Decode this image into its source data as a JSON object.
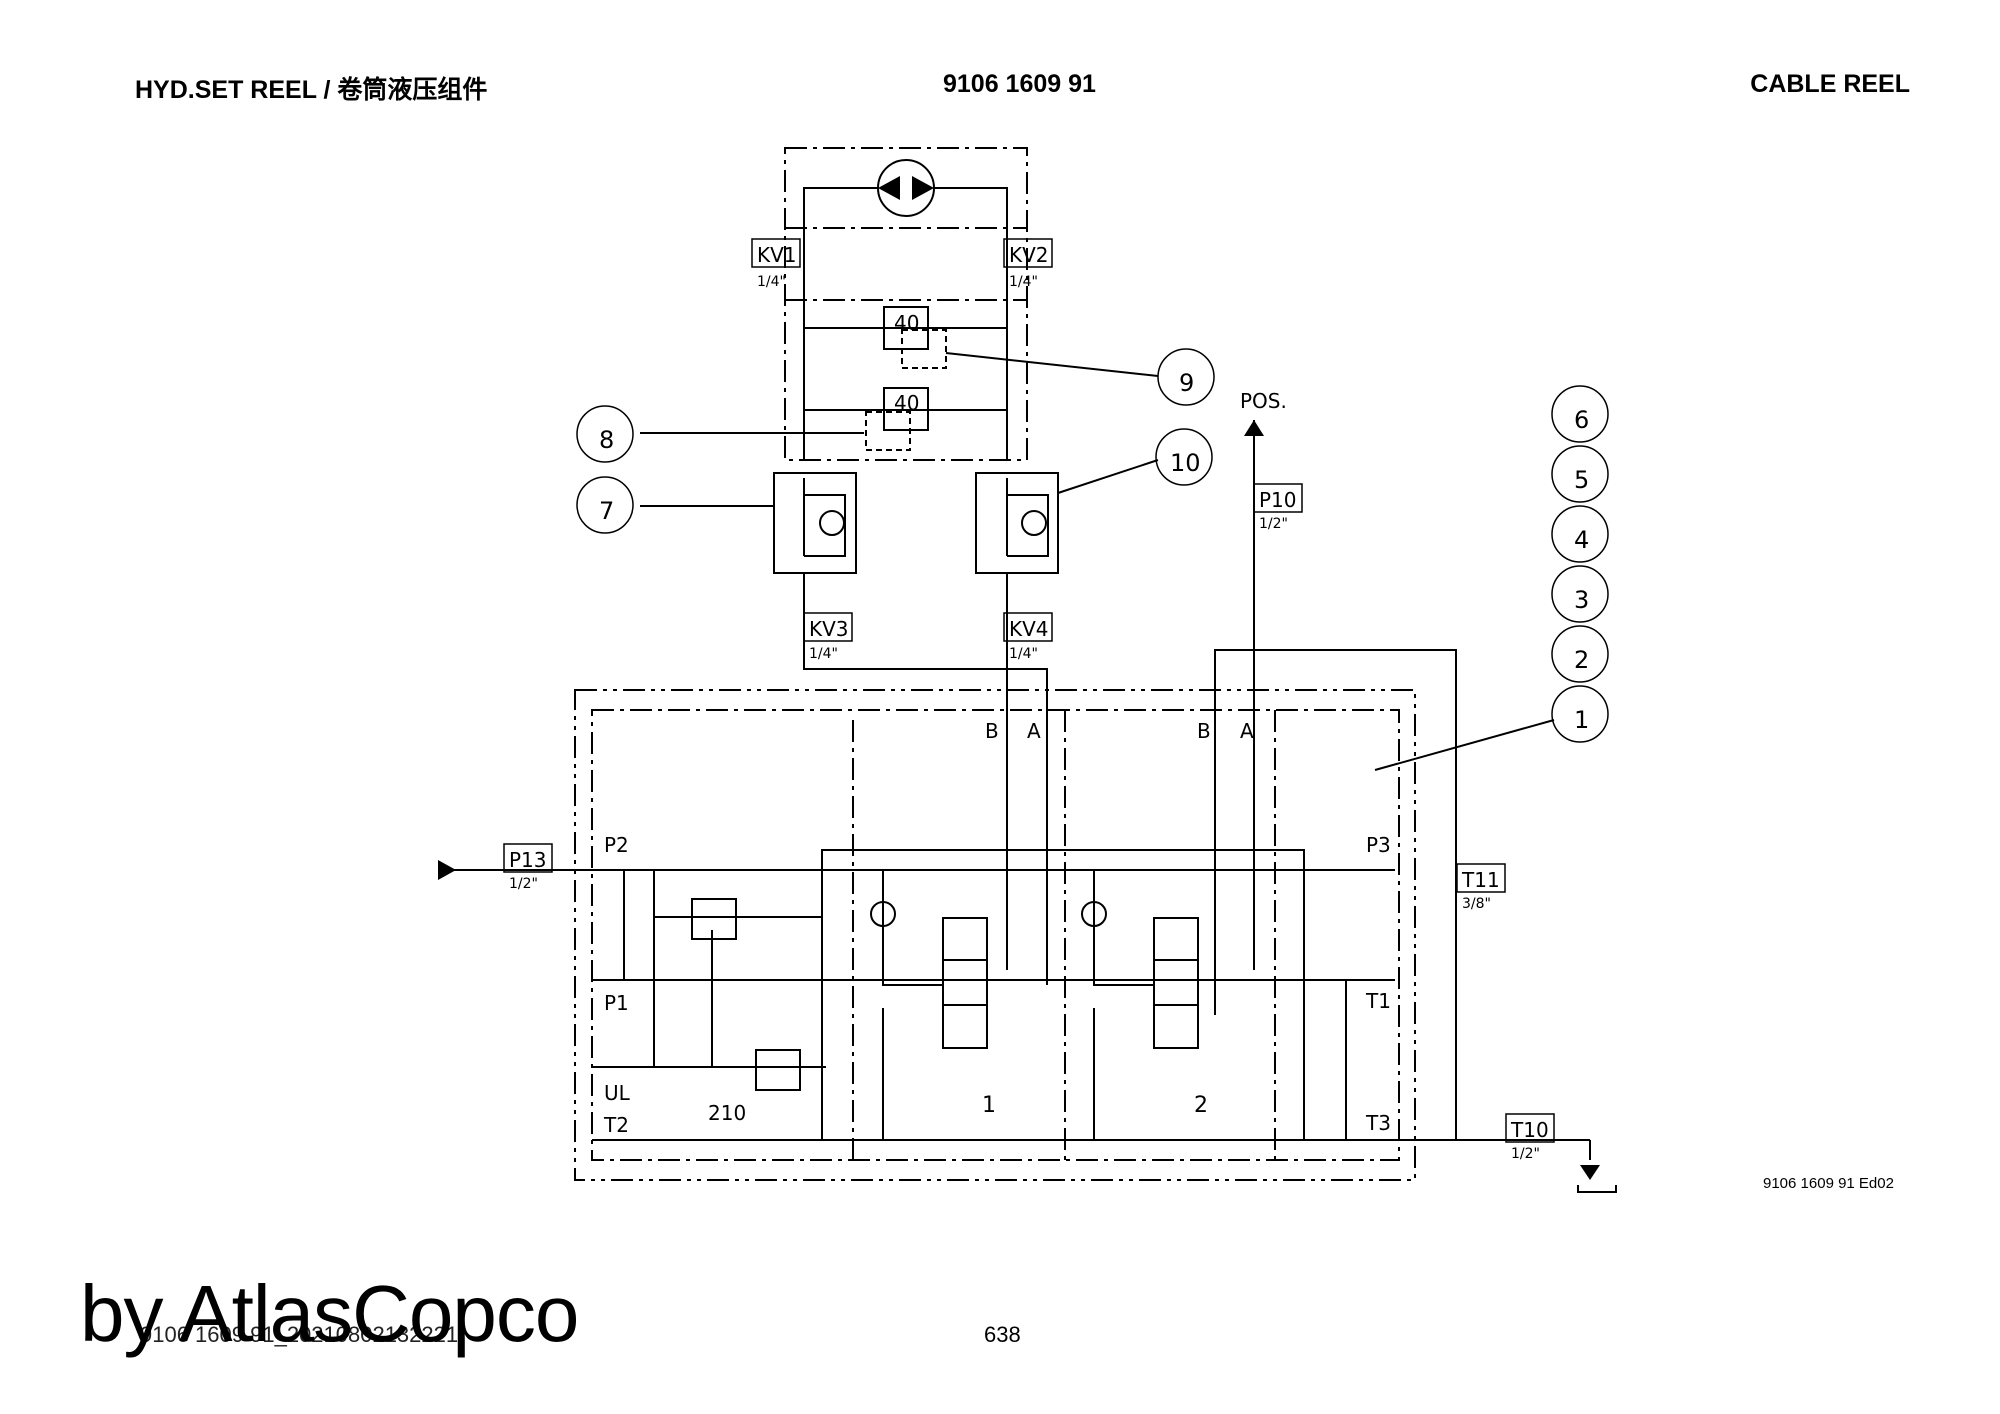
{
  "header": {
    "left": "HYD.SET REEL / 卷筒液压组件",
    "center": "9106 1609 91",
    "right": "CABLE REEL"
  },
  "diagram": {
    "ports": [
      {
        "id": "kv1",
        "label": "KV1",
        "size": "1/4\""
      },
      {
        "id": "kv2",
        "label": "KV2",
        "size": "1/4\""
      },
      {
        "id": "kv3",
        "label": "KV3",
        "size": "1/4\""
      },
      {
        "id": "kv4",
        "label": "KV4",
        "size": "1/4\""
      },
      {
        "id": "p10",
        "label": "P10",
        "size": "1/2\""
      },
      {
        "id": "p13",
        "label": "P13",
        "size": "1/2\""
      },
      {
        "id": "t11",
        "label": "T11",
        "size": "3/8\""
      },
      {
        "id": "t10",
        "label": "T10",
        "size": "1/2\""
      }
    ],
    "valve_values": [
      "40",
      "40",
      "210"
    ],
    "pos_label": "POS.",
    "callouts": [
      "1",
      "2",
      "3",
      "4",
      "5",
      "6",
      "7",
      "8",
      "9",
      "10"
    ],
    "section_labels": {
      "b1": "B",
      "a1": "A",
      "b2": "B",
      "a2": "A",
      "p2": "P2",
      "p1": "P1",
      "ul": "UL",
      "t2": "T2",
      "p3": "P3",
      "t1": "T1",
      "t3": "T3",
      "sec1": "1",
      "sec2": "2"
    }
  },
  "footer": {
    "edition": "9106 1609 91 Ed02",
    "doc_id": "9106 1609 91_20210802132221",
    "page": "638",
    "watermark": "by AtlasCopco"
  }
}
